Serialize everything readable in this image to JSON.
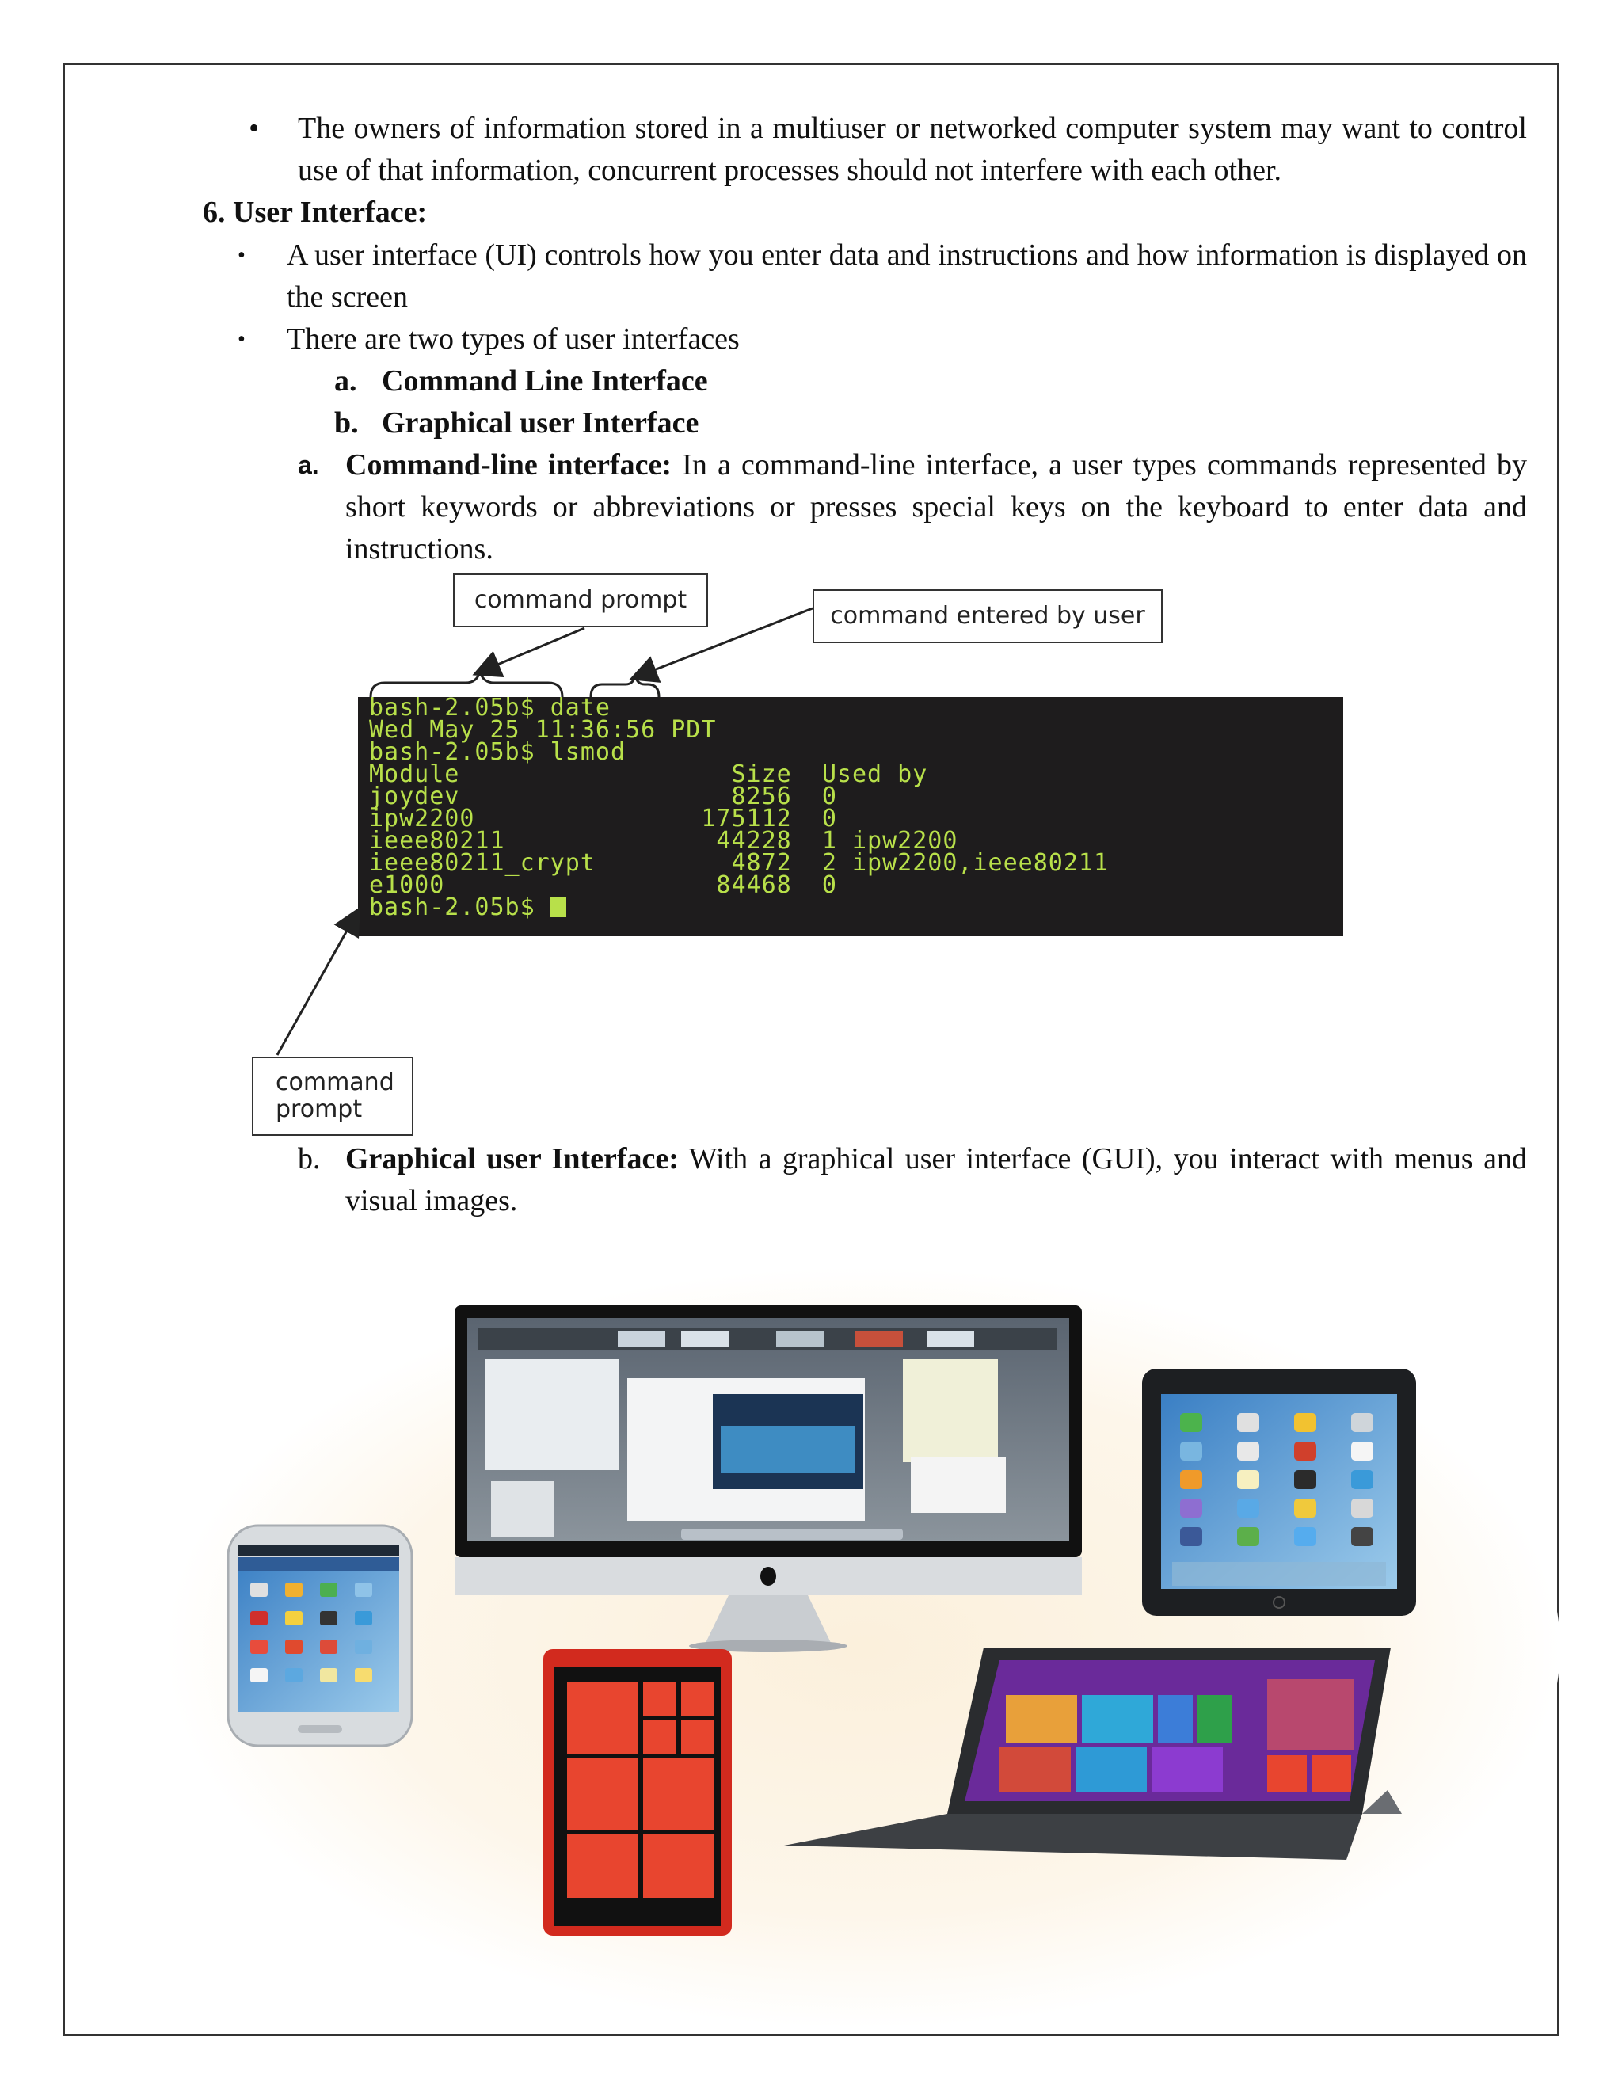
{
  "intro_bullet": "The owners of information stored in a multiuser or networked computer system may want to control use of that information, concurrent processes should not interfere with each other.",
  "section": {
    "number": "6.",
    "title": "User Interface:"
  },
  "bullets": [
    "A user interface (UI) controls how you enter data and instructions and how information is displayed on the screen",
    "There are two types of user interfaces"
  ],
  "types": [
    {
      "marker": "a.",
      "label": "Command Line Interface"
    },
    {
      "marker": "b.",
      "label": "Graphical user Interface"
    }
  ],
  "cli": {
    "marker": "a.",
    "term": "Command-line interface:",
    "desc": "In a command-line interface, a user types commands represented by short keywords or abbreviations or presses special keys on the keyboard to enter data and instructions."
  },
  "callouts": {
    "command_prompt_top": "command prompt",
    "command_entered": "command entered by user",
    "command_prompt_bottom_1": "command",
    "command_prompt_bottom_2": "prompt"
  },
  "terminal_lines": [
    "bash-2.05b$ date",
    "Wed May 25 11:36:56 PDT",
    "bash-2.05b$ lsmod",
    "Module                  Size  Used by",
    "joydev                  8256  0",
    "ipw2200               175112  0",
    "ieee80211              44228  1 ipw2200",
    "ieee80211_crypt         4872  2 ipw2200,ieee80211",
    "e1000                  84468  0",
    "bash-2.05b$ "
  ],
  "gui": {
    "marker": "b.",
    "term": "Graphical user Interface:",
    "desc": "With a graphical user interface (GUI), you interact with menus and visual images."
  },
  "colors": {
    "terminal_bg": "#1e1c1d",
    "terminal_text": "#b8e04a"
  }
}
